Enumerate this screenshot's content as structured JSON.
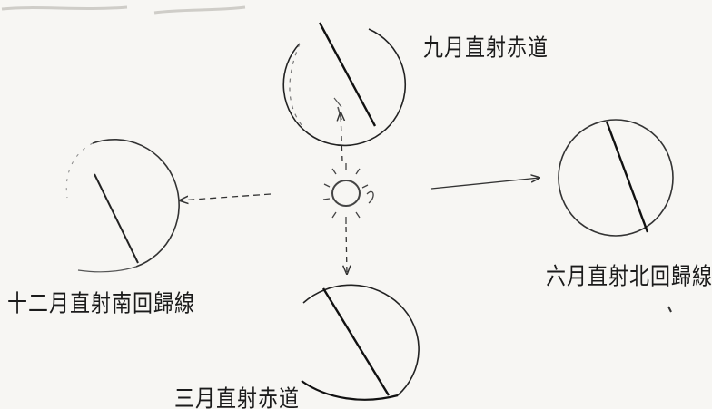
{
  "labels": {
    "september": "九月直射赤道",
    "june": "六月直射北回歸線",
    "december": "十二月直射南回歸線",
    "march": "三月直射赤道"
  },
  "colors": {
    "ink": "#1b1b1b",
    "paper": "#f7f6f3"
  }
}
